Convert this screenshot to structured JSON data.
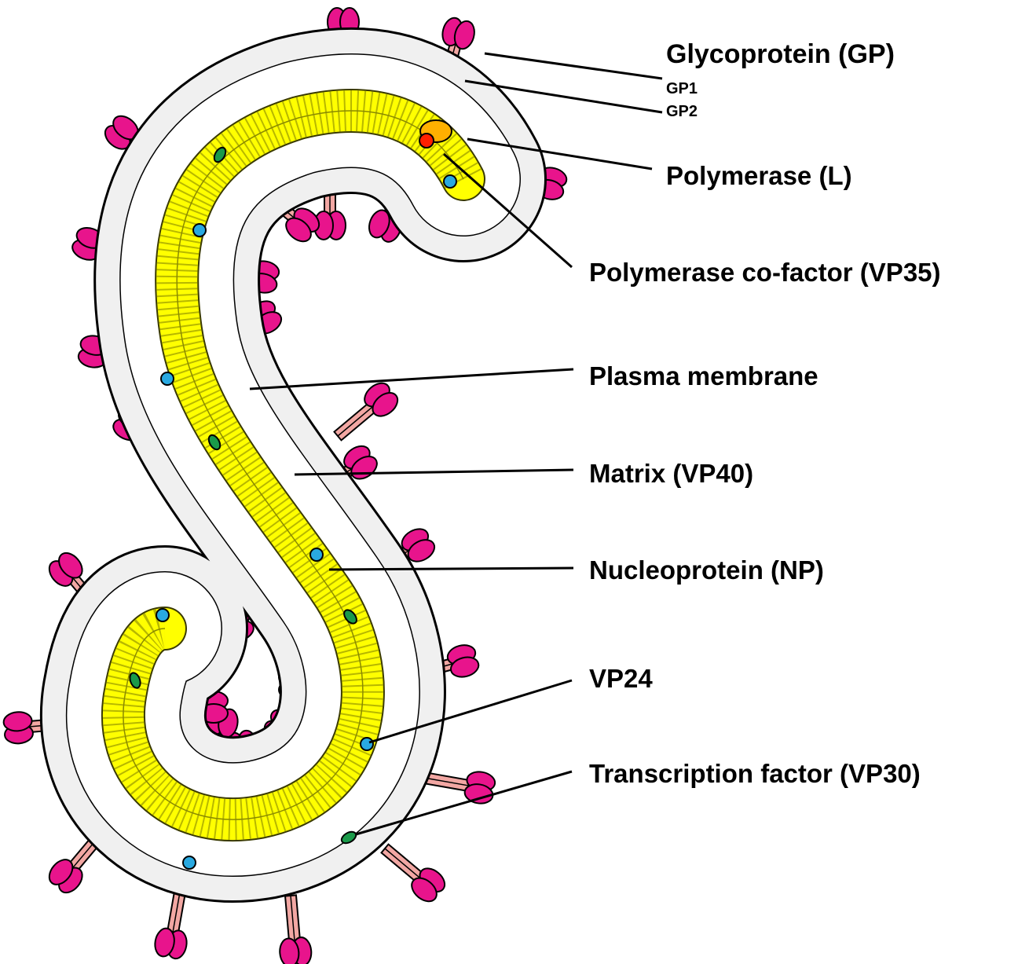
{
  "labels": {
    "glycoprotein": "Glycoprotein (GP)",
    "gp1": "GP1",
    "gp2": "GP2",
    "polymerase": "Polymerase (L)",
    "cofactor": "Polymerase co-factor (VP35)",
    "membrane": "Plasma membrane",
    "matrix": "Matrix (VP40)",
    "nucleoprotein": "Nucleoprotein (NP)",
    "vp24": "VP24",
    "vp30": "Transcription factor (VP30)"
  },
  "colors": {
    "envelope": "#f0f0f0",
    "matrix": "#5b2c8a",
    "nucleoprotein": "#ffff00",
    "spike_head": "#e8148c",
    "spike_stalk": "#f2a7a3",
    "polymerase": "#ffb000",
    "cofactor": "#ff2000",
    "vp24": "#29a9e1",
    "vp30": "#1a9a4a"
  }
}
